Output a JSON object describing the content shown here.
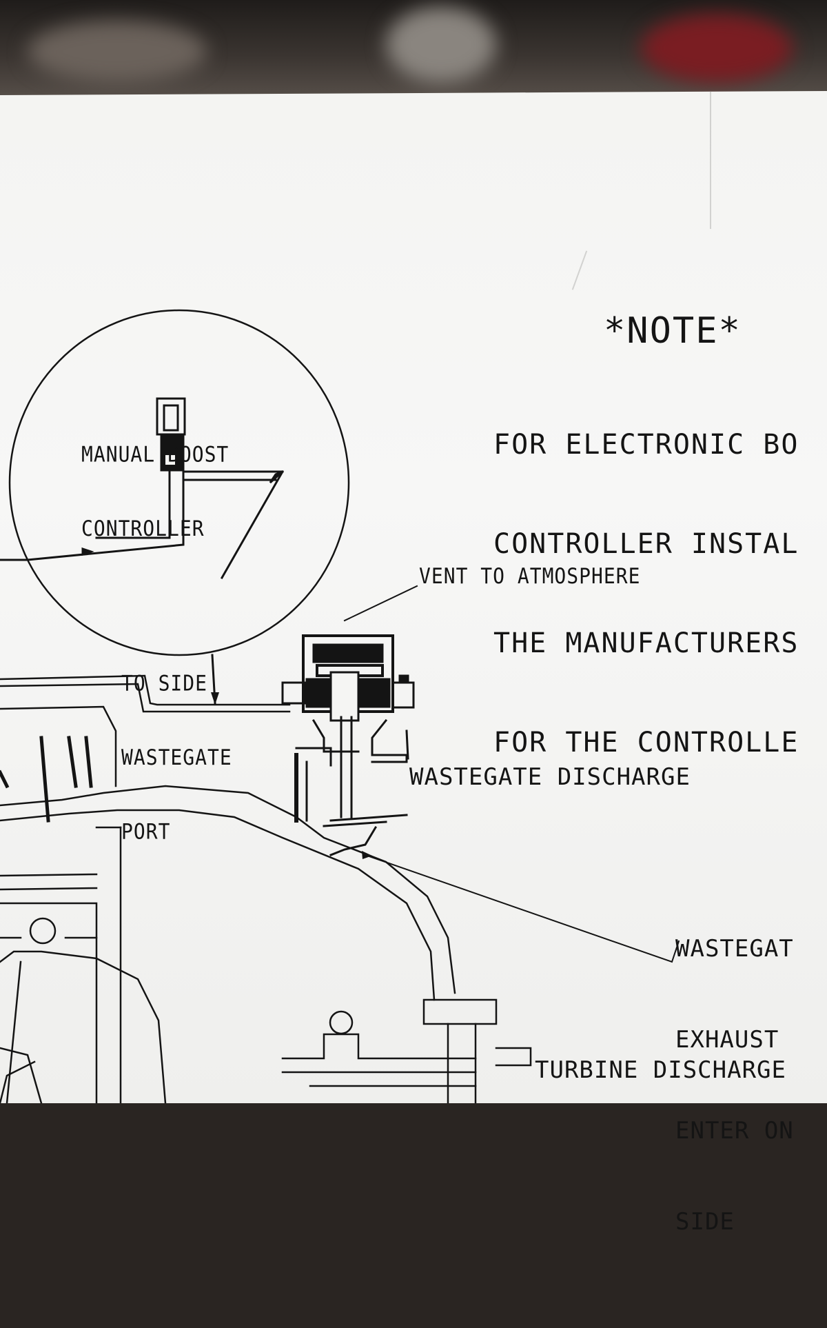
{
  "note": {
    "title": "*NOTE*",
    "lines": [
      "FOR ELECTRONIC BO",
      "CONTROLLER INSTAL",
      "THE MANUFACTURERS",
      "FOR THE CONTROLLE"
    ]
  },
  "labels": {
    "manual_boost_controller": [
      "MANUAL BOOST",
      "CONTROLLER"
    ],
    "to_side_wastegate_port": [
      "TO SIDE",
      "WASTEGATE",
      "PORT"
    ],
    "vent_to_atmosphere": "VENT TO ATMOSPHERE",
    "wastegate_discharge": "WASTEGATE DISCHARGE",
    "wastegate_exhaust": [
      "WASTEGAT",
      "EXHAUST",
      "ENTER ON",
      "SIDE"
    ],
    "turbine_discharge": "TURBINE DISCHARGE"
  },
  "colors": {
    "ink": "#141414",
    "paper": "#f5f5f3"
  }
}
